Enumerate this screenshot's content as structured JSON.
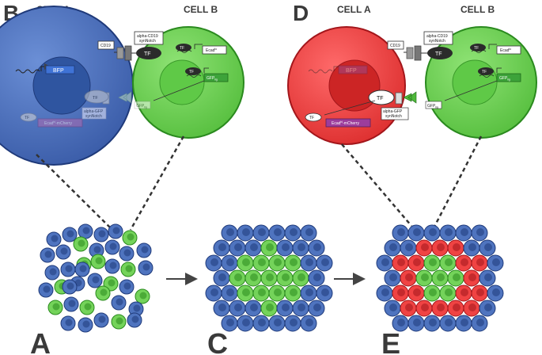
{
  "panels": [
    {
      "letter": "B"
    },
    {
      "letter": "D"
    },
    {
      "letter": "A"
    },
    {
      "letter": "C"
    },
    {
      "letter": "E"
    }
  ],
  "cells": {
    "a": "CELL A",
    "b": "CELL B"
  },
  "labels": {
    "cd19": "CD19",
    "anti_cd19_1": "alpha-CD19",
    "anti_cd19_2": "synNotch",
    "tf": "TF",
    "ecad": "Ecad",
    "ecad_sup": "lo",
    "gfp": "GFP",
    "gfp_sub": "lig",
    "bfp": "BFP",
    "ecad_mcherry": "Ecad",
    "ecad_mcherry_sup": "hi",
    "ecad_mcherry_tail": "-mCherry",
    "anti_gfp_1": "alpha-GFP",
    "anti_gfp_2": "synNotch"
  },
  "colors": {
    "blue": "#4f74bf",
    "blue_dark": "#1f3a7a",
    "green": "#74d35a",
    "green_dark": "#2a8a1e",
    "red": "#f04343",
    "red_dark": "#a3161b",
    "magenta": "#9c3d9c",
    "tf_dark": "#2b2b2b"
  }
}
